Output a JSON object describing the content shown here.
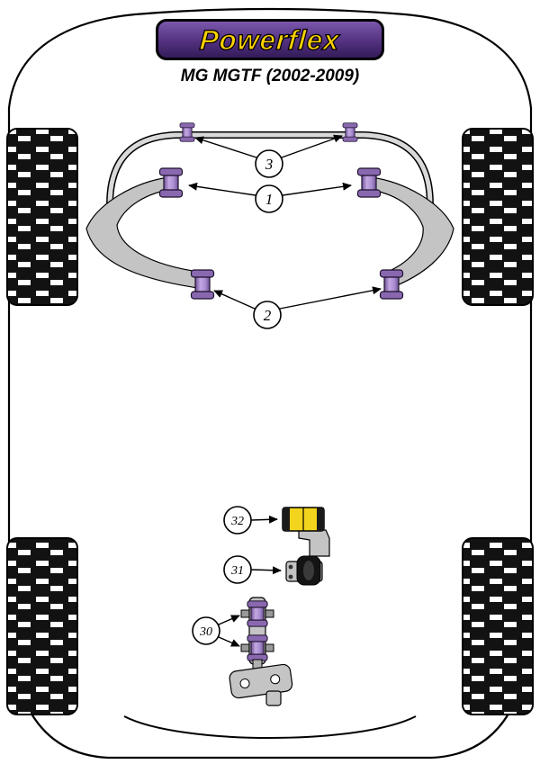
{
  "page": {
    "title": "Powerflex fitment diagram"
  },
  "header": {
    "brand": "Powerflex",
    "model": "MG MGTF (2002-2009)"
  },
  "callouts": {
    "front_arb": {
      "label": "3"
    },
    "front_wishbone_front": {
      "label": "1"
    },
    "front_wishbone_rear": {
      "label": "2"
    },
    "engine_mount_upper": {
      "label": "32"
    },
    "engine_mount_lower": {
      "label": "31"
    },
    "engine_mount_link": {
      "label": "30"
    }
  },
  "colors": {
    "bush_purple": "#a98cd0",
    "bush_purple_dark": "#6d4f93",
    "flange_purple": "#8a68b0",
    "mount_yellow": "#f2d41c",
    "metal_gray": "#c4c4c4",
    "logo_yellow": "#ffd200",
    "logo_purple": "#53317f",
    "outline_black": "#000000"
  }
}
